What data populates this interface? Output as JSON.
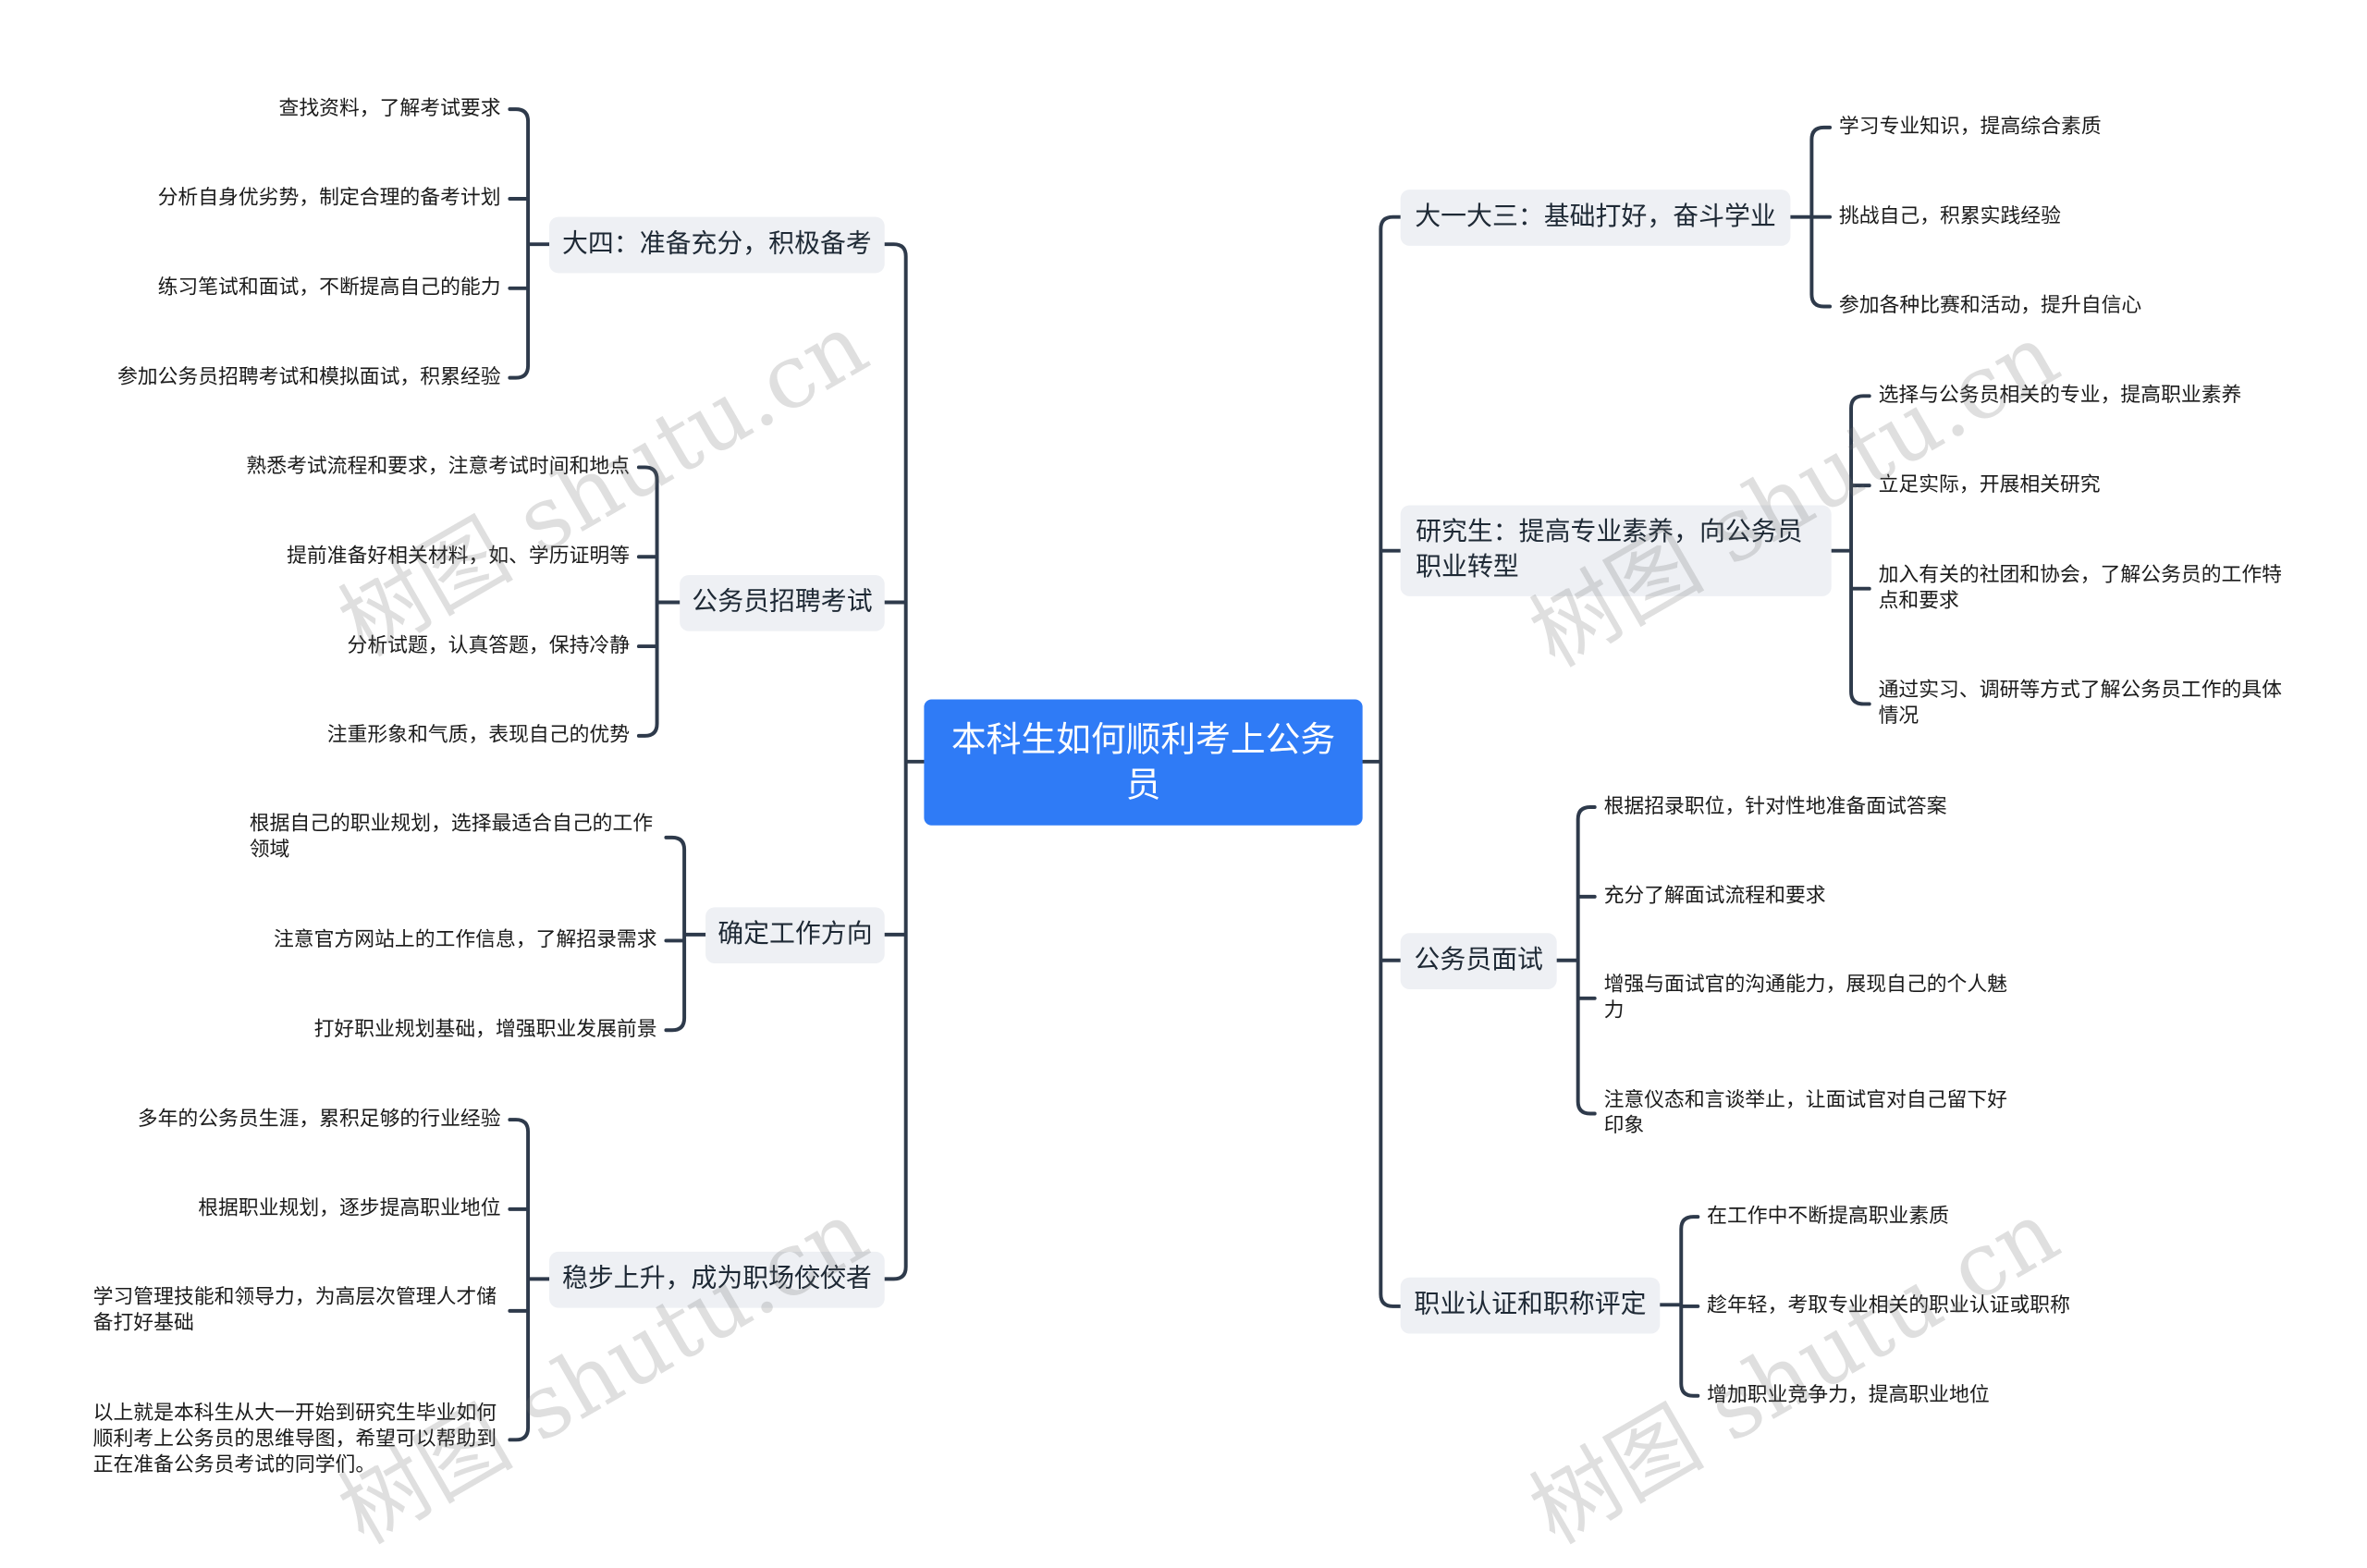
{
  "map_title": "本科生如何顺利考上公务员",
  "left_branches": [
    {
      "label": "大四：准备充分，积极备考",
      "items": [
        "查找资料，了解考试要求",
        "分析自身优劣势，制定合理的备考计划",
        "练习笔试和面试，不断提高自己的能力",
        "参加公务员招聘考试和模拟面试，积累经验"
      ]
    },
    {
      "label": "公务员招聘考试",
      "items": [
        "熟悉考试流程和要求，注意考试时间和地点",
        "提前准备好相关材料，如、学历证明等",
        "分析试题，认真答题，保持冷静",
        "注重形象和气质，表现自己的优势"
      ]
    },
    {
      "label": "确定工作方向",
      "items": [
        "根据自己的职业规划，选择最适合自己的工作领域",
        "注意官方网站上的工作信息，了解招录需求",
        "打好职业规划基础，增强职业发展前景"
      ]
    },
    {
      "label": "稳步上升，成为职场佼佼者",
      "items": [
        "多年的公务员生涯，累积足够的行业经验",
        "根据职业规划，逐步提高职业地位",
        "学习管理技能和领导力，为高层次管理人才储备打好基础",
        "以上就是本科生从大一开始到研究生毕业如何顺利考上公务员的思维导图，希望可以帮助到正在准备公务员考试的同学们。"
      ]
    }
  ],
  "right_branches": [
    {
      "label": "大一大三：基础打好，奋斗学业",
      "items": [
        "学习专业知识，提高综合素质",
        "挑战自己，积累实践经验",
        "参加各种比赛和活动，提升自信心"
      ]
    },
    {
      "label": "研究生：提高专业素养，向公务员职业转型",
      "items": [
        "选择与公务员相关的专业，提高职业素养",
        "立足实际，开展相关研究",
        "加入有关的社团和协会，了解公务员的工作特点和要求",
        "通过实习、调研等方式了解公务员工作的具体情况"
      ]
    },
    {
      "label": "公务员面试",
      "items": [
        "根据招录职位，针对性地准备面试答案",
        "充分了解面试流程和要求",
        "增强与面试官的沟通能力，展现自己的个人魅力",
        "注意仪态和言谈举止，让面试官对自己留下好印象"
      ]
    },
    {
      "label": "职业认证和职称评定",
      "items": [
        "在工作中不断提高职业素质",
        "趁年轻，考取专业相关的职业认证或职称",
        "增加职业竞争力，提高职业地位"
      ]
    }
  ],
  "watermark": "树图 shutu.cn",
  "colors": {
    "root_fill": "#2f7bf6",
    "root_text": "#ffffff",
    "branch_fill": "#eef0f4",
    "branch_text": "#1e2935",
    "connector": "#2e3a4b",
    "leaf_text": "#1b1b1b",
    "background": "#ffffff"
  }
}
